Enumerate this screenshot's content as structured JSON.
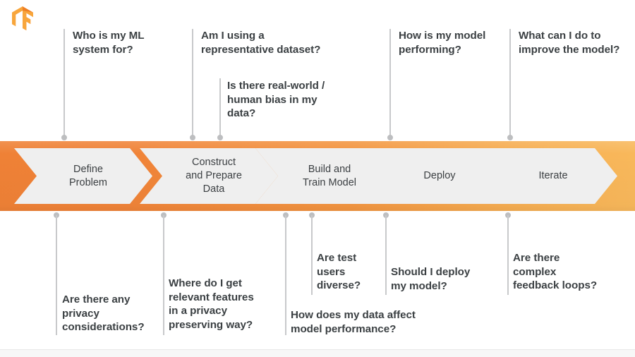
{
  "logo": {
    "name": "tensorflow-logo",
    "colors": {
      "light": "#f8a63c",
      "dark": "#ef8024"
    }
  },
  "theme": {
    "band_gradient_start": "#ef8136",
    "band_gradient_end": "#f8b85b",
    "chevron_fill": "#efefef",
    "text_color": "#3b4043",
    "connector_color": "#c8c9cb",
    "dot_color": "#bdbec0"
  },
  "pipeline": {
    "steps": [
      {
        "label": "Define\nProblem"
      },
      {
        "label": "Construct\nand Prepare\nData"
      },
      {
        "label": "Build and\nTrain Model"
      },
      {
        "label": "Deploy"
      },
      {
        "label": "Iterate"
      }
    ]
  },
  "questions_above": [
    {
      "text": "Who is my ML\nsystem for?"
    },
    {
      "text": "Am I using a\nrepresentative dataset?"
    },
    {
      "text": "Is there real-world /\nhuman bias in my\ndata?"
    },
    {
      "text": "How is my model\nperforming?"
    },
    {
      "text": "What can I do to\nimprove the model?"
    }
  ],
  "questions_below": [
    {
      "text": "Are there any\nprivacy\nconsiderations?"
    },
    {
      "text": "Where do I get\nrelevant features\nin a privacy\npreserving way?"
    },
    {
      "text": "How does my data affect\nmodel performance?"
    },
    {
      "text": "Are test\nusers\ndiverse?"
    },
    {
      "text": "Should I deploy\nmy model?"
    },
    {
      "text": "Are there\ncomplex\nfeedback loops?"
    }
  ]
}
